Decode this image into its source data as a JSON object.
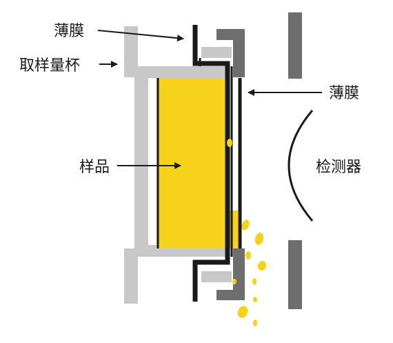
{
  "labels": {
    "film_top": "薄膜",
    "sample_cup": "取样量杯",
    "film_right": "薄膜",
    "sample": "样品",
    "detector": "检测器"
  },
  "colors": {
    "cup": "#c8c8c8",
    "sample": "#f7d21a",
    "film": "#1a1a1a",
    "ring": "#6e6e6e",
    "shield": "#6e6e6e",
    "arrow": "#1a1a1a"
  }
}
